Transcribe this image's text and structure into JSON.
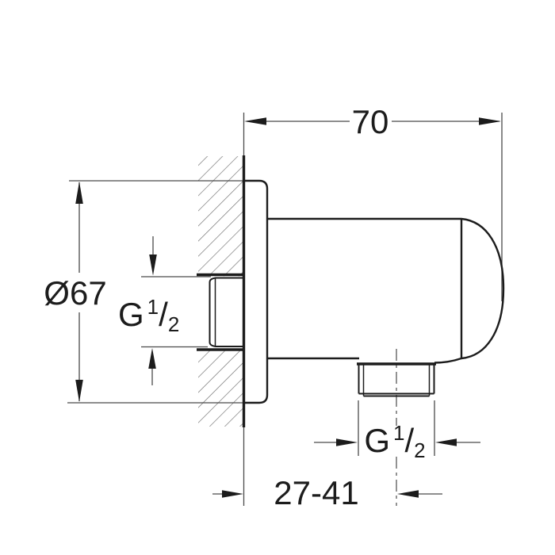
{
  "colors": {
    "ink": "#1c1c1c",
    "thin": "#4a4a4a",
    "hatch": "#6e6e6e",
    "bg": "#ffffff"
  },
  "drawing": {
    "kind": "technical dimension drawing",
    "dimensions": {
      "overall_depth": {
        "label": "70"
      },
      "plate_diameter": {
        "label": "Ø67"
      },
      "inlet_thread": {
        "base": "G",
        "numerator": "1",
        "slash": "/",
        "denominator": "2"
      },
      "outlet_thread": {
        "base": "G",
        "numerator": "1",
        "slash": "/",
        "denominator": "2"
      },
      "wall_clearance_range": {
        "label": "27-41"
      }
    }
  }
}
